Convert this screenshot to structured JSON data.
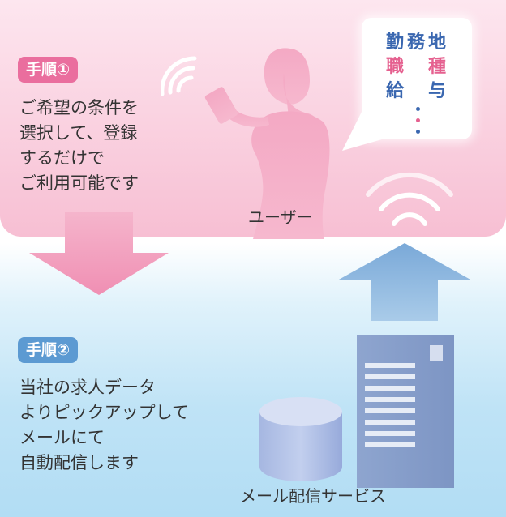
{
  "colors": {
    "pink_accent": "#ea6e9e",
    "blue_accent": "#5c9ad2",
    "bubble_blue": "#3a67b0",
    "bubble_pink": "#e5608f"
  },
  "step1": {
    "badge": "手順①",
    "lines": [
      "ご希望の条件を",
      "選択して、登録",
      "するだけで",
      "ご利用可能です"
    ]
  },
  "step2": {
    "badge": "手順②",
    "lines": [
      "当社の求人データ",
      "よりピックアップして",
      "メールにて",
      "自動配信します"
    ]
  },
  "user_label": "ユーザー",
  "service_label": "メール配信サービス",
  "bubble": {
    "row1": [
      "勤",
      "務",
      "地"
    ],
    "row2": [
      "職",
      "",
      "種"
    ],
    "row3": [
      "給",
      "",
      "与"
    ]
  },
  "icons": [
    "user-silhouette-icon",
    "wifi-signal-icon",
    "database-icon",
    "server-icon",
    "arrow-down-icon",
    "arrow-up-icon"
  ]
}
